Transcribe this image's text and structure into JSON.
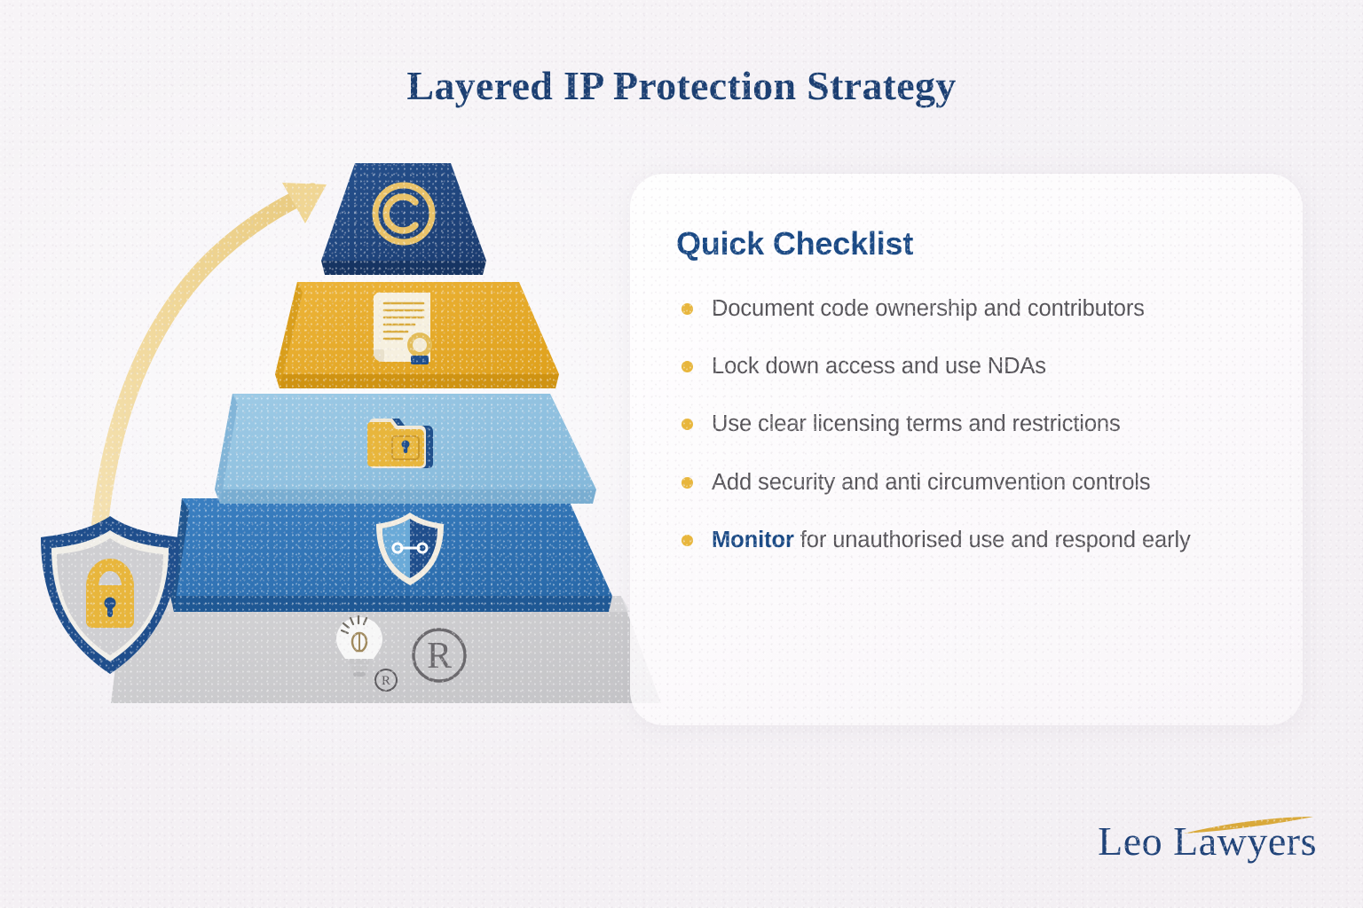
{
  "page": {
    "title": "Layered IP Protection Strategy",
    "background_color": "#f6f3f6"
  },
  "colors": {
    "navy": "#1c3f72",
    "heading_blue": "#1b4a85",
    "gold": "#e8b63c",
    "body_gray": "#565459",
    "layer_top": "#1f4585",
    "layer_second": "#e8ae2a",
    "layer_third": "#8ec1e0",
    "layer_fourth": "#2f72b5",
    "layer_base": "#c9c9cb"
  },
  "pyramid": {
    "name": "layered-ip-protection-pyramid",
    "arrow": {
      "name": "upward-progress-arrow",
      "color": "#f0d79a",
      "direction": "bottom-left-to-top"
    },
    "layers": [
      {
        "level": 1,
        "icon": "copyright-icon",
        "color": "#1f4585",
        "icon_color": "#e9c268"
      },
      {
        "level": 2,
        "icon": "patent-certificate-icon",
        "color": "#e8ae2a",
        "icon_color": "#f6f0df"
      },
      {
        "level": 3,
        "icon": "locked-folder-icon",
        "color": "#8ec1e0",
        "icon_color": "#e8b63c"
      },
      {
        "level": 4,
        "icon": "shield-link-icon",
        "color": "#2f72b5",
        "icon_color": "#f2ece0"
      },
      {
        "level": 5,
        "icon": "lightbulb-trademark-icon",
        "color": "#c9c9cb",
        "icon_color": "#6f6d70"
      }
    ]
  },
  "shield_badge": {
    "name": "security-shield-lock-badge",
    "outer_color": "#1f4e8c",
    "inner_color": "#cfcfd2",
    "lock_color": "#e8b63c"
  },
  "checklist": {
    "title": "Quick Checklist",
    "items": [
      {
        "text": "Document code ownership and contributors"
      },
      {
        "text": "Lock down access and use NDAs"
      },
      {
        "text": "Use clear licensing terms and restrictions"
      },
      {
        "text": "Add security and anti circumvention controls"
      },
      {
        "highlight": "Monitor",
        "text": " for unauthorised use and respond early"
      }
    ]
  },
  "logo": {
    "text": "Leo Lawyers",
    "swoosh_color": "#d9a93a",
    "text_color": "#1f4278"
  }
}
